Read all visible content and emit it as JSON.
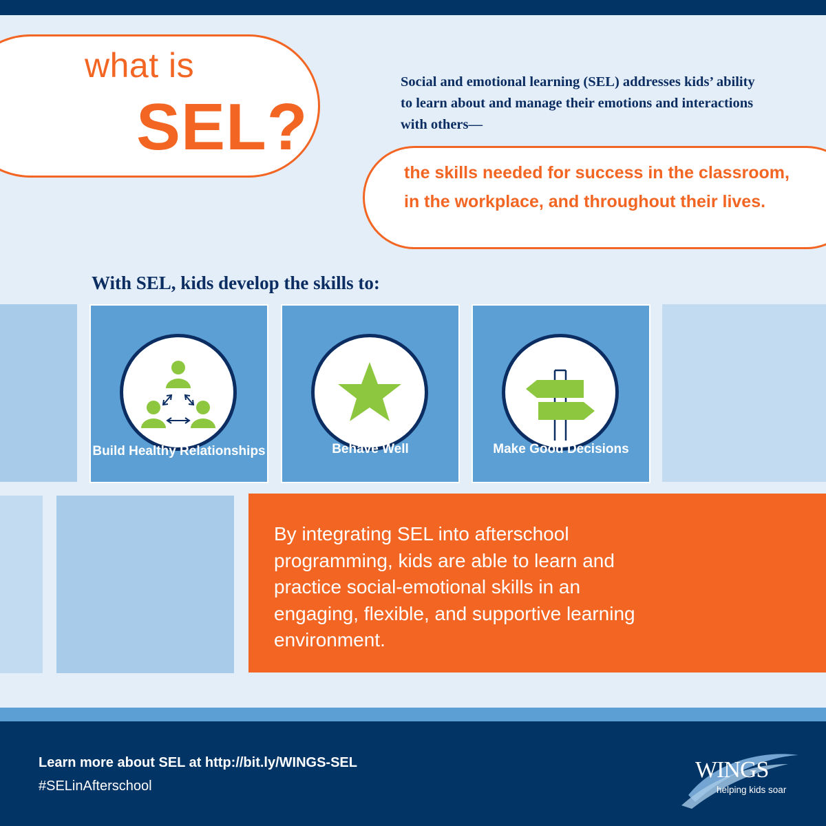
{
  "title": {
    "line1": "what is",
    "line2": "SEL?"
  },
  "intro": "Social and emotional learning (SEL) addresses kids’ ability to learn about and manage their emotions and interactions with others—",
  "quote": "the skills needed for success in the classroom, in the workplace, and throughout their lives.",
  "skills_heading": "With SEL, kids develop the skills to:",
  "skills": [
    {
      "label": "Build Healthy Relationships",
      "icon": "people-triangle-icon"
    },
    {
      "label": "Behave Well",
      "icon": "star-icon"
    },
    {
      "label": "Make Good Decisions",
      "icon": "signpost-icon"
    }
  ],
  "body_text": "By integrating SEL into afterschool programming, kids are able to learn and practice social-emotional skills in an engaging, flexible, and supportive learning environment.",
  "footer": {
    "learn_more": "Learn more about SEL at http://bit.ly/WINGS-SEL",
    "hashtag": "#SELinAfterschool",
    "logo_word": "WINGS",
    "logo_tagline": "helping kids soar"
  },
  "colors": {
    "navy": "#033466",
    "orange": "#f26522",
    "blue": "#5b9fd4",
    "green": "#8dc63f",
    "background": "#e3eef8"
  }
}
